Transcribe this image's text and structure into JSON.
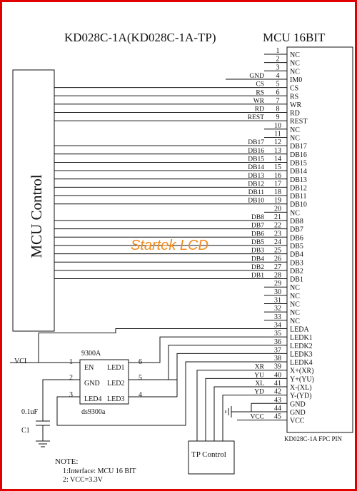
{
  "title": "KD028C-1A(KD028C-1A-TP)",
  "subtitle": "MCU 16BIT",
  "mcu_label": "MCU Control",
  "watermark": "Startek LCD",
  "connector_label": "KD028C-1A FPC PIN",
  "pins": [
    {
      "n": "1",
      "sig": "",
      "name": "NC"
    },
    {
      "n": "2",
      "sig": "",
      "name": "NC"
    },
    {
      "n": "3",
      "sig": "",
      "name": "NC"
    },
    {
      "n": "4",
      "sig": "GND",
      "name": "IM0"
    },
    {
      "n": "5",
      "sig": "CS",
      "name": "CS"
    },
    {
      "n": "6",
      "sig": "RS",
      "name": "RS"
    },
    {
      "n": "7",
      "sig": "WR",
      "name": "WR"
    },
    {
      "n": "8",
      "sig": "RD",
      "name": "RD"
    },
    {
      "n": "9",
      "sig": "REST",
      "name": "REST"
    },
    {
      "n": "10",
      "sig": "",
      "name": "NC"
    },
    {
      "n": "11",
      "sig": "",
      "name": "NC"
    },
    {
      "n": "12",
      "sig": "DB17",
      "name": "DB17"
    },
    {
      "n": "13",
      "sig": "DB16",
      "name": "DB16"
    },
    {
      "n": "14",
      "sig": "DB15",
      "name": "DB15"
    },
    {
      "n": "15",
      "sig": "DB14",
      "name": "DB14"
    },
    {
      "n": "16",
      "sig": "DB13",
      "name": "DB13"
    },
    {
      "n": "17",
      "sig": "DB12",
      "name": "DB12"
    },
    {
      "n": "18",
      "sig": "DB11",
      "name": "DB11"
    },
    {
      "n": "19",
      "sig": "DB10",
      "name": "DB10"
    },
    {
      "n": "20",
      "sig": "",
      "name": "NC"
    },
    {
      "n": "21",
      "sig": "DB8",
      "name": "DB8"
    },
    {
      "n": "22",
      "sig": "DB7",
      "name": "DB7"
    },
    {
      "n": "23",
      "sig": "DB6",
      "name": "DB6"
    },
    {
      "n": "24",
      "sig": "DB5",
      "name": "DB5"
    },
    {
      "n": "25",
      "sig": "DB3",
      "name": "DB4"
    },
    {
      "n": "26",
      "sig": "DB4",
      "name": "DB3"
    },
    {
      "n": "27",
      "sig": "DB2",
      "name": "DB2"
    },
    {
      "n": "28",
      "sig": "DB1",
      "name": "DB1"
    },
    {
      "n": "29",
      "sig": "",
      "name": "NC"
    },
    {
      "n": "30",
      "sig": "",
      "name": "NC"
    },
    {
      "n": "31",
      "sig": "",
      "name": "NC"
    },
    {
      "n": "32",
      "sig": "",
      "name": "NC"
    },
    {
      "n": "33",
      "sig": "",
      "name": "NC"
    },
    {
      "n": "34",
      "sig": "",
      "name": "LEDA"
    },
    {
      "n": "35",
      "sig": "",
      "name": "LEDK1"
    },
    {
      "n": "36",
      "sig": "",
      "name": "LEDK2"
    },
    {
      "n": "37",
      "sig": "",
      "name": "LEDK3"
    },
    {
      "n": "38",
      "sig": "",
      "name": "LEDK4"
    },
    {
      "n": "39",
      "sig": "XR",
      "name": "X+(XR)"
    },
    {
      "n": "40",
      "sig": "YU",
      "name": "Y+(YU)"
    },
    {
      "n": "41",
      "sig": "XL",
      "name": "X-(XL)"
    },
    {
      "n": "42",
      "sig": "YD",
      "name": "Y-(YD)"
    },
    {
      "n": "43",
      "sig": "",
      "name": "GND"
    },
    {
      "n": "44",
      "sig": "",
      "name": "GND"
    },
    {
      "n": "45",
      "sig": "VCC",
      "name": "VCC"
    }
  ],
  "driver": {
    "part": "9300A",
    "part_name": "ds9300a",
    "en": "EN",
    "gnd": "GND",
    "led4": "LED4",
    "led1": "LED1",
    "led2": "LED2",
    "led3": "LED3",
    "pin1": "1",
    "pin2": "2",
    "pin3": "3",
    "pin4": "4",
    "pin5": "5",
    "pin6": "6"
  },
  "vci": "VCI",
  "cap_value": "0.1uF",
  "cap_name": "C1",
  "tp_control": "TP Control",
  "note": {
    "title": "NOTE:",
    "line1": "1:Interface: MCU 16 BIT",
    "line2": "2: VCC=3.3V"
  },
  "colors": {
    "frame": "#e00000",
    "watermark": "#f08a1c",
    "ink": "#111111"
  }
}
